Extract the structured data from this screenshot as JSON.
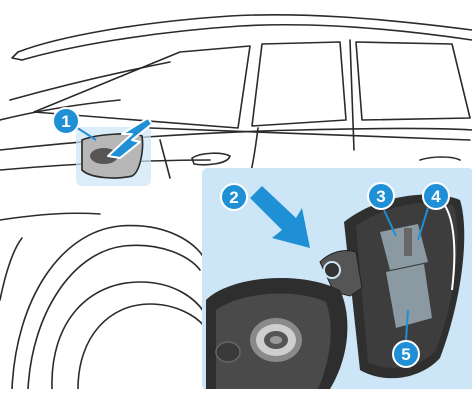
{
  "figure": {
    "callouts": [
      {
        "id": "c1",
        "number": "1"
      },
      {
        "id": "c2",
        "number": "2"
      },
      {
        "id": "c3",
        "number": "3"
      },
      {
        "id": "c4",
        "number": "4"
      },
      {
        "id": "c5",
        "number": "5"
      }
    ]
  },
  "colors": {
    "accent": "#1f8fd6",
    "callout_fill": "#1f8fd6",
    "callout_text": "#ffffff",
    "inset_background": "#cce6f7",
    "highlight_fill": "#cce6f7",
    "line": "#2b2b2b",
    "inset_dark": "#333333"
  }
}
